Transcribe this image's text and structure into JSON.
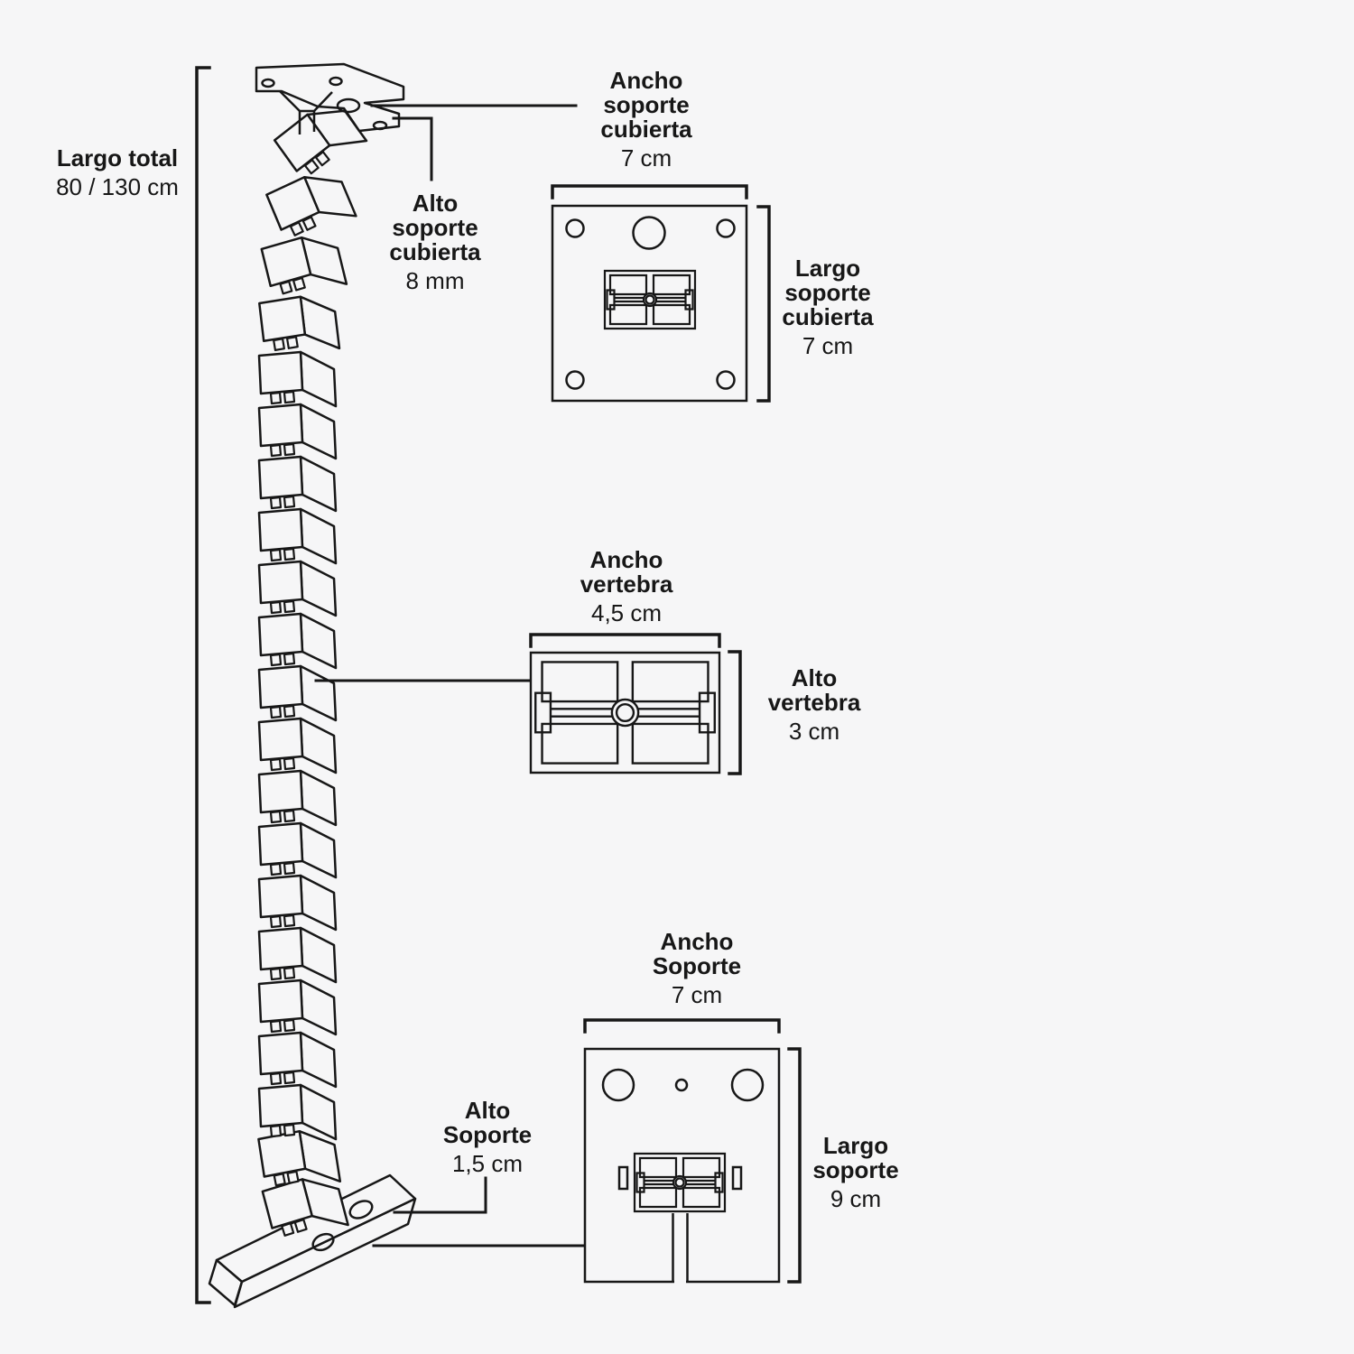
{
  "colors": {
    "background": "#f6f6f7",
    "ink": "#171717"
  },
  "labels": {
    "total_length": {
      "title_lines": [
        "Largo total"
      ],
      "value": "80 / 130 cm"
    },
    "cover_support_width": {
      "title_lines": [
        "Ancho",
        "soporte",
        "cubierta"
      ],
      "value": "7 cm"
    },
    "cover_support_height": {
      "title_lines": [
        "Alto",
        "soporte",
        "cubierta"
      ],
      "value": "8 mm"
    },
    "cover_support_length": {
      "title_lines": [
        "Largo",
        "soporte",
        "cubierta"
      ],
      "value": "7 cm"
    },
    "vertebra_width": {
      "title_lines": [
        "Ancho",
        "vertebra"
      ],
      "value": "4,5 cm"
    },
    "vertebra_height": {
      "title_lines": [
        "Alto",
        "vertebra"
      ],
      "value": "3 cm"
    },
    "support_width": {
      "title_lines": [
        "Ancho",
        "Soporte"
      ],
      "value": "7 cm"
    },
    "support_height": {
      "title_lines": [
        "Alto",
        "Soporte"
      ],
      "value": "1,5 cm"
    },
    "support_length": {
      "title_lines": [
        "Largo",
        "soporte"
      ],
      "value": "9 cm"
    }
  }
}
